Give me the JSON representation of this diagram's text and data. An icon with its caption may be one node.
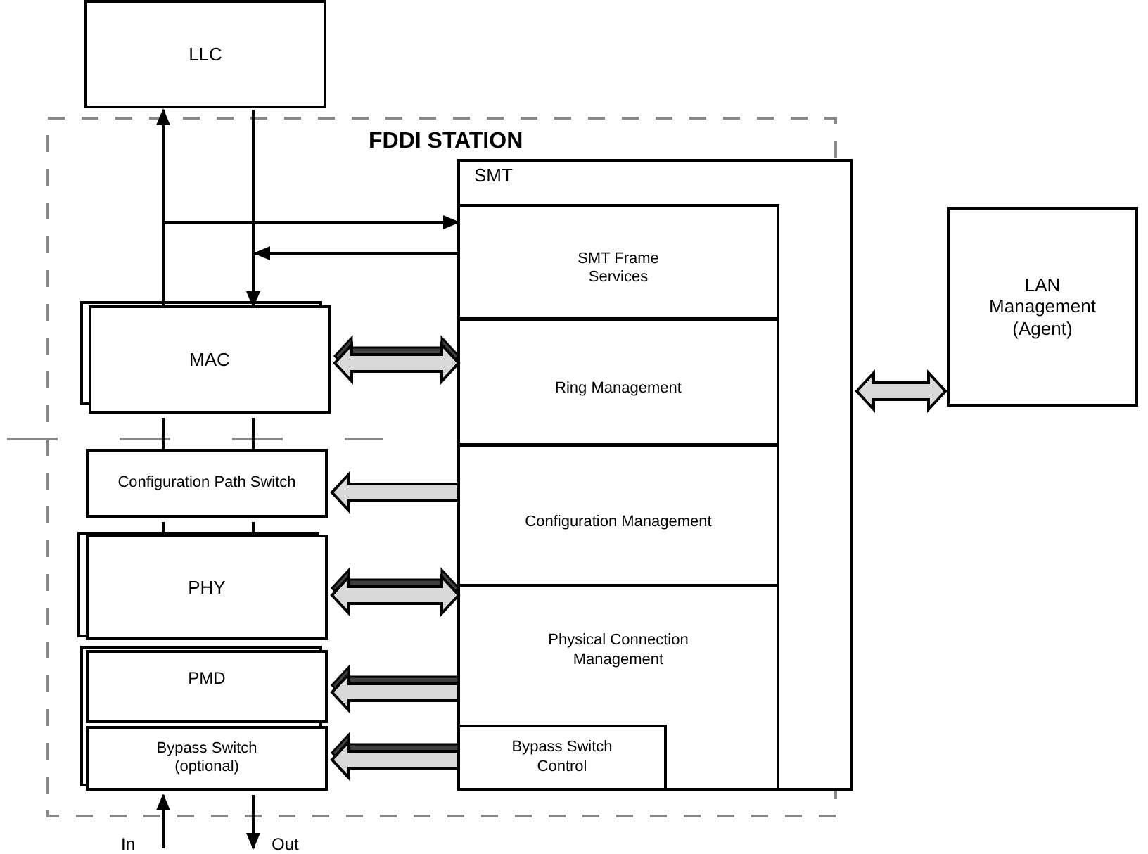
{
  "diagram": {
    "nodes": [
      {
        "text": [
          "LLC"
        ]
      },
      {
        "text": [
          "FDDI STATION"
        ]
      },
      {
        "text": [
          "SMT"
        ],
        "in": 1
      },
      {
        "text": [
          "SMT Frame Services"
        ],
        "in": 2
      },
      {
        "text": [
          "Ring Management"
        ],
        "in": 2
      },
      {
        "text": [
          "Configuration Management"
        ],
        "in": 2
      },
      {
        "text": [
          "Physical Connection Management"
        ],
        "in": 2
      },
      {
        "text": [
          "Bypass Switch Control"
        ],
        "in": 6
      },
      {
        "text": [
          "MAC"
        ],
        "in": 1
      },
      {
        "text": [
          "Configuration Path Switch"
        ],
        "in": 1
      },
      {
        "text": [
          "PHY"
        ],
        "in": 1
      },
      {
        "text": [
          "PMD"
        ],
        "in": 1
      },
      {
        "text": [
          "Bypass Switch (optional)"
        ],
        "in": 1
      },
      {
        "text": [
          "LAN Management (Agent)"
        ]
      }
    ],
    "edges": [
      {
        "from": 8,
        "to": 0,
        "arrow": "to"
      },
      {
        "from": 0,
        "to": 8,
        "arrow": "to"
      },
      {
        "from": 8,
        "to": 3,
        "arrow": "to"
      },
      {
        "from": 3,
        "to": 8,
        "arrow": "to"
      },
      {
        "from": 8,
        "to": 9,
        "arrow": "none"
      },
      {
        "from": 8,
        "to": 9,
        "arrow": "none"
      },
      {
        "from": 9,
        "to": 10,
        "arrow": "none"
      },
      {
        "from": 9,
        "to": 10,
        "arrow": "none"
      },
      {
        "from": null,
        "to": 12,
        "arrow": "to",
        "label": "In"
      },
      {
        "from": 12,
        "to": null,
        "arrow": "to",
        "label": "Out"
      },
      {
        "from": 8,
        "to": 4,
        "arrow": "both",
        "style": "thick"
      },
      {
        "from": 5,
        "to": 9,
        "arrow": "to",
        "style": "thick"
      },
      {
        "from": 10,
        "to": 6,
        "arrow": "both",
        "style": "thick"
      },
      {
        "from": 6,
        "to": 11,
        "arrow": "to",
        "style": "thick"
      },
      {
        "from": 7,
        "to": 12,
        "arrow": "to",
        "style": "thick"
      },
      {
        "from": 2,
        "to": 13,
        "arrow": "both",
        "style": "thick"
      }
    ]
  }
}
